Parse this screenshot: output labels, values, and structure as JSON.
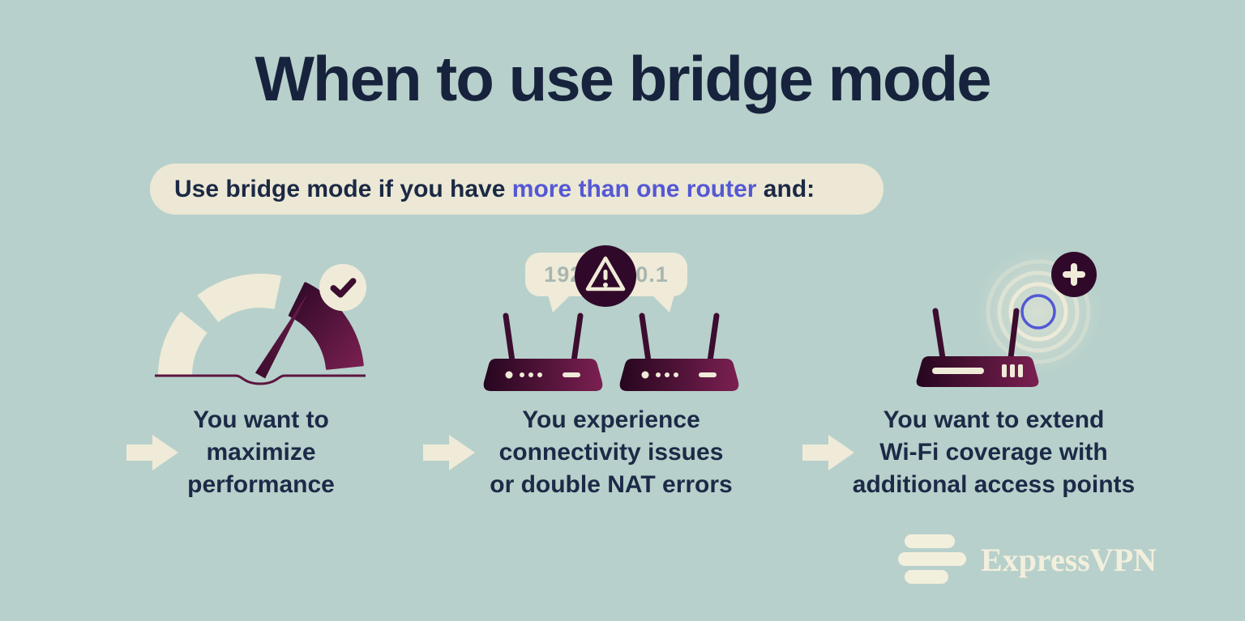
{
  "title": "When to use bridge mode",
  "banner": {
    "prefix": "Use bridge mode if you have ",
    "highlight": "more than one router",
    "suffix": " and:"
  },
  "columns": [
    {
      "id": "maximize-performance",
      "illustration": "speedometer-with-check",
      "lines": [
        "You want to",
        "maximize",
        "performance"
      ]
    },
    {
      "id": "connectivity-issues",
      "illustration": "two-routers-ip-conflict-warning",
      "ip_address": "192.168.0.1",
      "lines": [
        "You experience",
        "connectivity issues",
        "or double NAT errors"
      ]
    },
    {
      "id": "extend-wifi-coverage",
      "illustration": "router-wifi-rings-plus",
      "lines": [
        "You want to extend",
        "Wi-Fi coverage with",
        "additional access points"
      ]
    }
  ],
  "icons": {
    "check": "✔",
    "warning": "!",
    "plus": "+",
    "arrow_right": "➜"
  },
  "logo": {
    "brand": "ExpressVPN"
  },
  "colors": {
    "background": "#b7d0cb",
    "navy": "#1b2944",
    "cream": "#efebd8",
    "indigo": "#5458d4",
    "plum_dark": "#2e0826",
    "plum": "#7b2051"
  }
}
